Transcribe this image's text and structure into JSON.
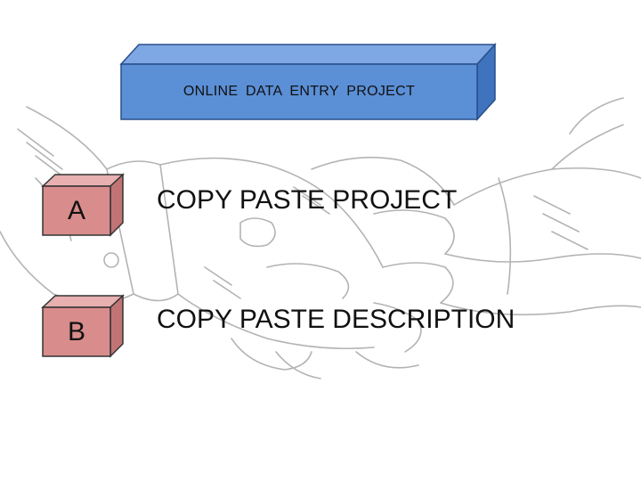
{
  "header": {
    "title": "ONLINE  DATA  ENTRY  PROJECT"
  },
  "items": [
    {
      "letter": "A",
      "label": "COPY PASTE PROJECT"
    },
    {
      "letter": "B",
      "label": "COPY PASTE DESCRIPTION"
    }
  ],
  "colors": {
    "title_front": "#5b8fd6",
    "title_top": "#7ea8e3",
    "title_side": "#3f73bd",
    "cube_front": "#d98c8c",
    "cube_top": "#e8b0b0",
    "cube_side": "#c27474",
    "sketch_stroke": "#9a9a9a"
  },
  "icons": {
    "background": "handshake-sketch-illustration"
  }
}
